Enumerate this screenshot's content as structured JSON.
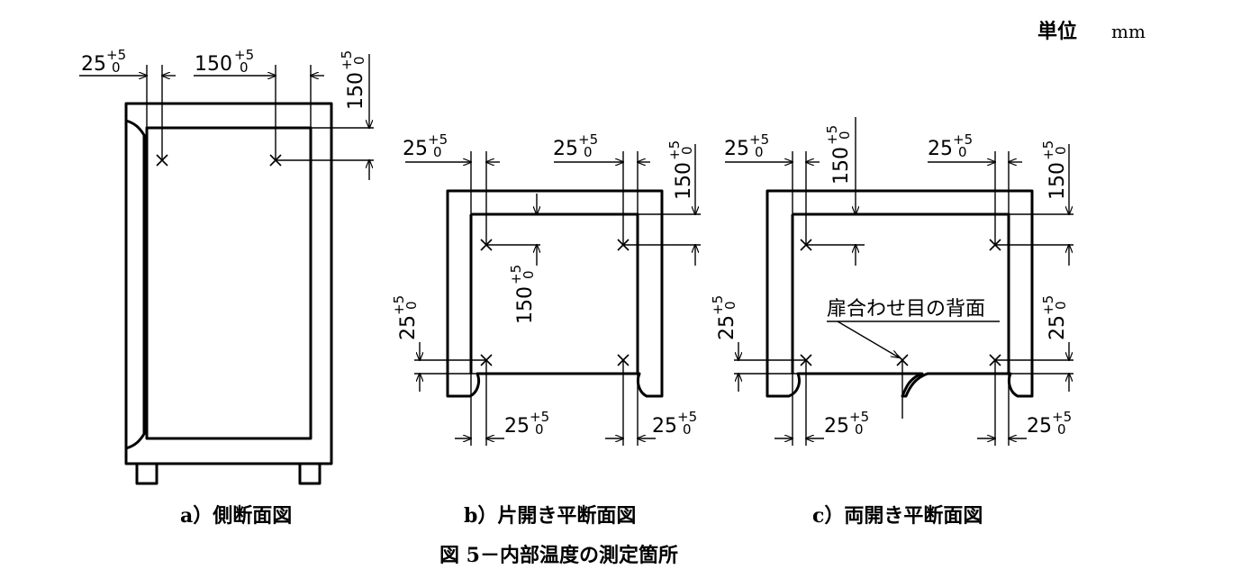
{
  "unit_label": "単位",
  "unit_value": "mm",
  "dims": {
    "d25": "25",
    "d150": "150",
    "tol_upper": "+5",
    "tol_lower": "0"
  },
  "annotation": "扉合わせ目の背面",
  "captions": {
    "a": "a）側断面図",
    "b": "b）片開き平断面図",
    "c": "c）両開き平断面図"
  },
  "figure_title": "図 5－内部温度の測定箇所"
}
